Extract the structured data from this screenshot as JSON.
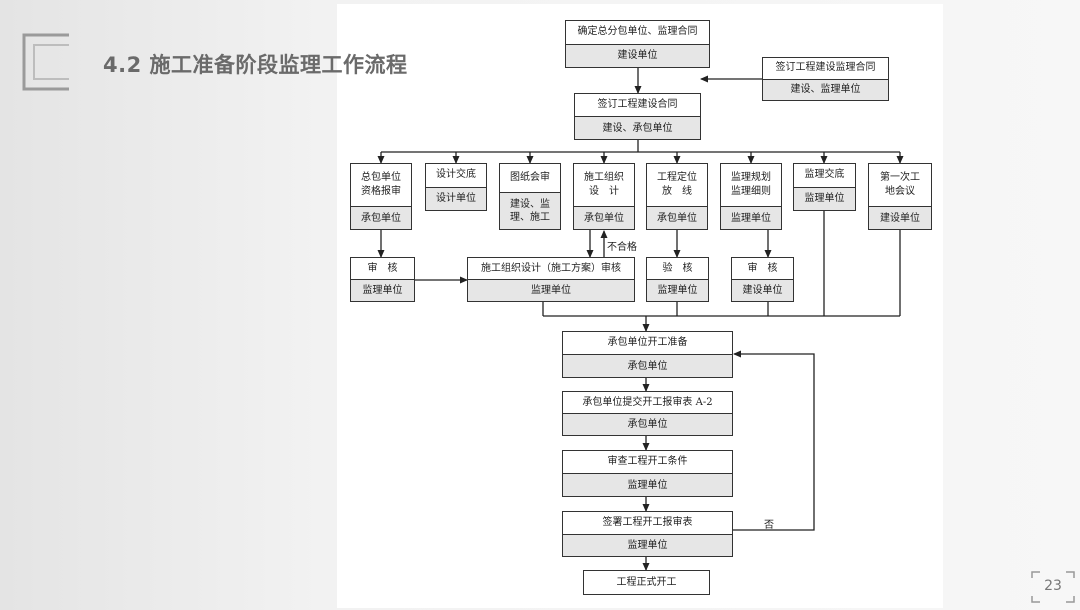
{
  "slide": {
    "title": "4.2  施工准备阶段监理工作流程",
    "page_number": "23"
  },
  "flowchart": {
    "nodes": {
      "determine_contract": {
        "text": "确定总分包单位、监理合同",
        "party": "建设单位"
      },
      "sign_supervision": {
        "text": "签订工程建设监理合同",
        "party": "建设、监理单位"
      },
      "sign_construction": {
        "text": "签订工程建设合同",
        "party": "建设、承包单位"
      },
      "gc_qualification": {
        "text": "总包单位\n资格报审",
        "party": "承包单位"
      },
      "design_briefing": {
        "text": "设计交底",
        "party": "设计单位"
      },
      "drawing_review": {
        "text": "图纸会审",
        "party": "建设、监\n理、施工"
      },
      "construction_org_design": {
        "text": "施工组织\n设　计",
        "party": "承包单位"
      },
      "positioning": {
        "text": "工程定位\n放　线",
        "party": "承包单位"
      },
      "supervision_plan": {
        "text": "监理规划\n监理细则",
        "party": "监理单位"
      },
      "supervision_briefing": {
        "text": "监理交底",
        "party": "监理单位"
      },
      "first_site_meeting": {
        "text": "第一次工\n地会议",
        "party": "建设单位"
      },
      "review_1": {
        "text": "审　核",
        "party": "监理单位"
      },
      "org_design_review": {
        "text": "施工组织设计（施工方案）审核",
        "party": "监理单位"
      },
      "verification": {
        "text": "验　核",
        "party": "监理单位"
      },
      "review_2": {
        "text": "审　核",
        "party": "建设单位"
      },
      "contractor_prep": {
        "text": "承包单位开工准备",
        "party": "承包单位"
      },
      "submit_a2": {
        "text": "承包单位提交开工报审表 A-2",
        "party": "承包单位"
      },
      "check_conditions": {
        "text": "审查工程开工条件",
        "party": "监理单位"
      },
      "sign_report": {
        "text": "签署工程开工报审表",
        "party": "监理单位"
      },
      "formal_start": {
        "text": "工程正式开工"
      }
    },
    "edge_labels": {
      "fail": "不合格",
      "no": "否"
    }
  }
}
